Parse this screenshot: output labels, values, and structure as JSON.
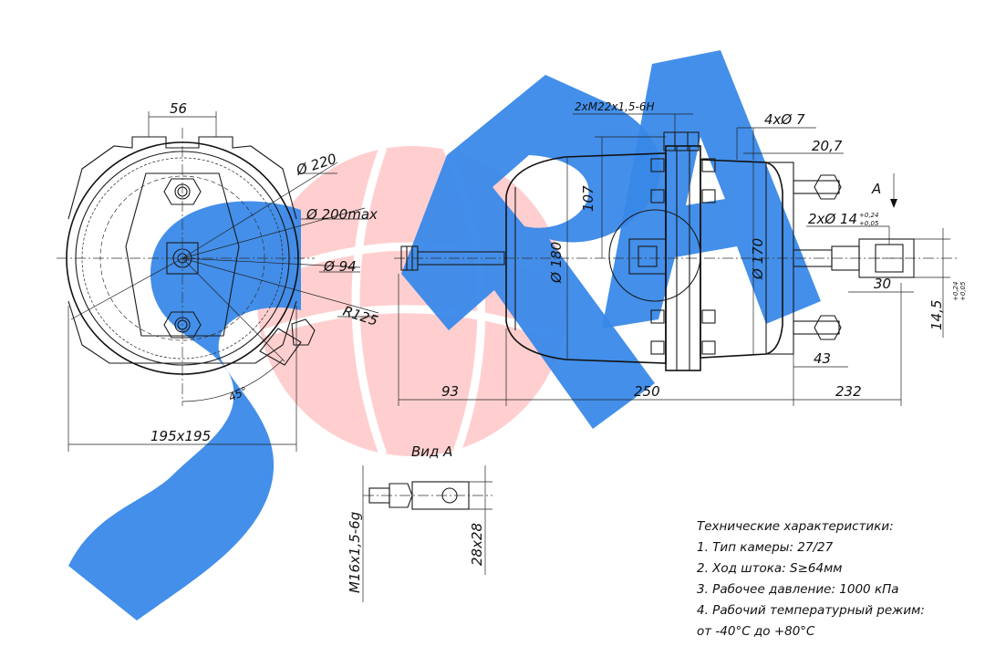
{
  "drawing": {
    "watermark": {
      "colors": {
        "blue": "#1e78e6",
        "red": "#ff3a3a"
      }
    },
    "front_view": {
      "dim_bolt_spacing": "56",
      "dim_outer_diameter": "Ø 220",
      "dim_inner_diameter": "Ø 200max",
      "dim_hole_circle": "Ø 94",
      "dim_radius": "R125",
      "dim_angle": "45°",
      "dim_overall": "195x195"
    },
    "side_view": {
      "dim_port_thread": "2xM22x1,5-6H",
      "dim_holes": "4xØ 7",
      "dim_offset": "20,7",
      "dim_height_107": "107",
      "dim_chamber_diameter": "Ø 180",
      "dim_clamp_diameter": "Ø 170",
      "dim_pin_holes": "2xØ 14",
      "dim_tol_upper": "+0,24",
      "dim_tol_lower": "+0,05",
      "dim_30": "30",
      "dim_slot": "14,5",
      "dim_43": "43",
      "dim_93": "93",
      "dim_250": "250",
      "dim_232": "232",
      "view_marker": "A"
    },
    "view_a": {
      "label": "Вид А",
      "dim_thread": "M16x1,5-6g",
      "dim_end": "28x28"
    }
  },
  "specs": {
    "title": "Технические характеристики:",
    "items": [
      "1. Тип камеры: 27/27",
      "2. Ход штока: S≥64мм",
      "3. Рабочее давление: 1000 кПа",
      "4. Рабочий температурный режим:",
      "от -40°С до +80°С"
    ]
  }
}
